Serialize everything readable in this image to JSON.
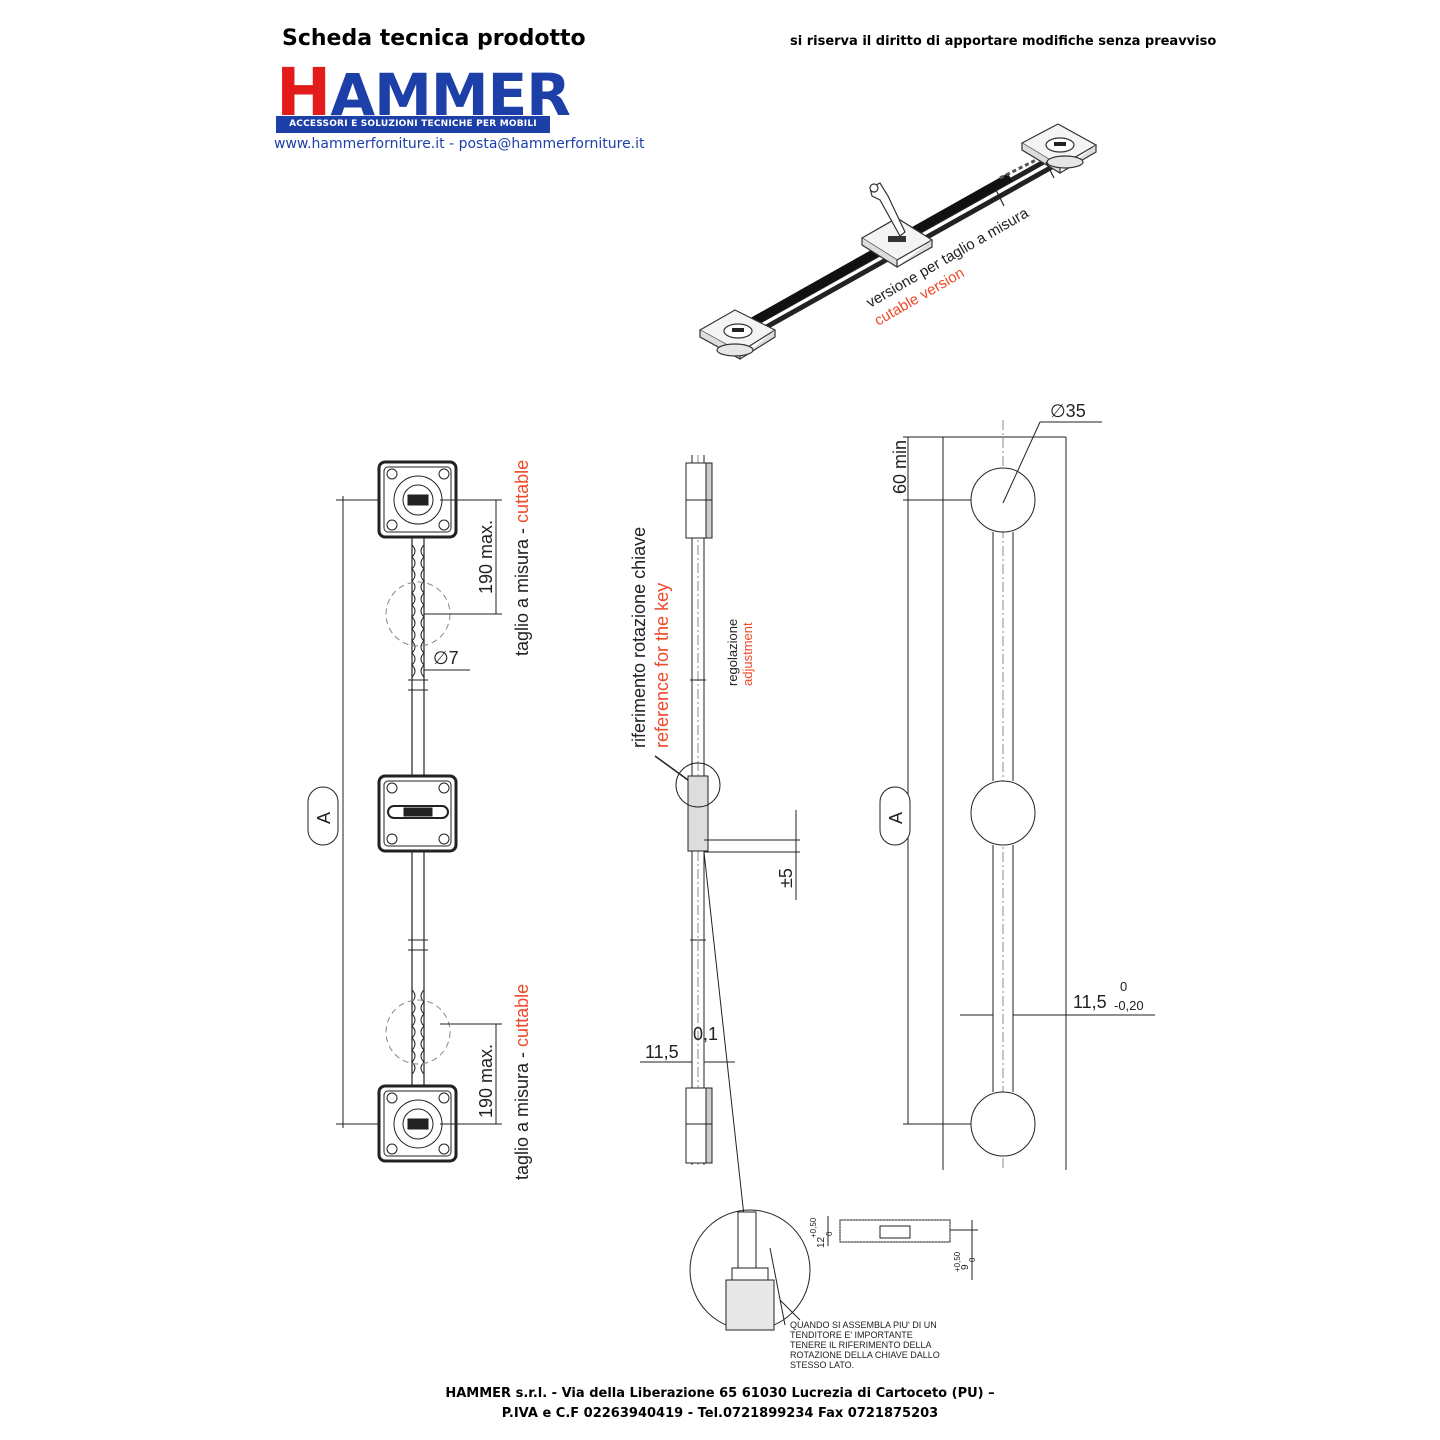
{
  "header": {
    "title": "Scheda tecnica prodotto",
    "notice": "si riserva il diritto di apportare modifiche senza preavviso"
  },
  "logo": {
    "initial": "H",
    "rest": "AMMER",
    "tagline": "ACCESSORI E SOLUZIONI TECNICHE PER MOBILI"
  },
  "contacts": "www.hammerforniture.it - posta@hammerforniture.it",
  "drawing": {
    "iso_label_it": "versione per taglio a misura",
    "iso_label_en": "cutable version",
    "front": {
      "label_A": "A",
      "max_top": "190 max.",
      "max_bottom": "190 max.",
      "cut_it_top": "taglio a misura - ",
      "cut_en_top": "cuttable",
      "cut_it_bottom": "taglio a misura - ",
      "cut_en_bottom": "cuttable",
      "diameter_rod": "∅7"
    },
    "side": {
      "key_ref_it": "riferimento rotazione chiave",
      "key_ref_en": "reference for the key",
      "adjust_it": "regolazione",
      "adjust_en": "adjustment",
      "tol": "±5",
      "dim_115": "11,5",
      "dim_01": "0,1"
    },
    "hole": {
      "diameter": "∅35",
      "min": "60 min",
      "label_A": "A",
      "dim": "11,5",
      "tol_upper": "0",
      "tol_lower": "-0,20"
    },
    "detail": {
      "note_lines": [
        "QUANDO SI ASSEMBLA PIU' DI UN",
        "TENDITORE E' IMPORTANTE",
        "TENERE IL RIFERIMENTO DELLA",
        "ROTAZIONE DELLA CHIAVE DALLO",
        "STESSO LATO."
      ],
      "dim_12": "12",
      "tol_12": "+0,50",
      "tol_12_lo": "0",
      "dim_9": "9",
      "tol_9": "+0,50",
      "tol_9_lo": "0"
    }
  },
  "footer": {
    "line1": "HAMMER s.r.l. - Via della Liberazione 65 61030 Lucrezia di Cartoceto (PU) –",
    "line2": "P.IVA e C.F 02263940419 - Tel.0721899234 Fax 0721875203"
  },
  "colors": {
    "brand_red": "#e31b1b",
    "brand_blue": "#1c3fa8",
    "annotation_red": "#ee4a2a"
  }
}
